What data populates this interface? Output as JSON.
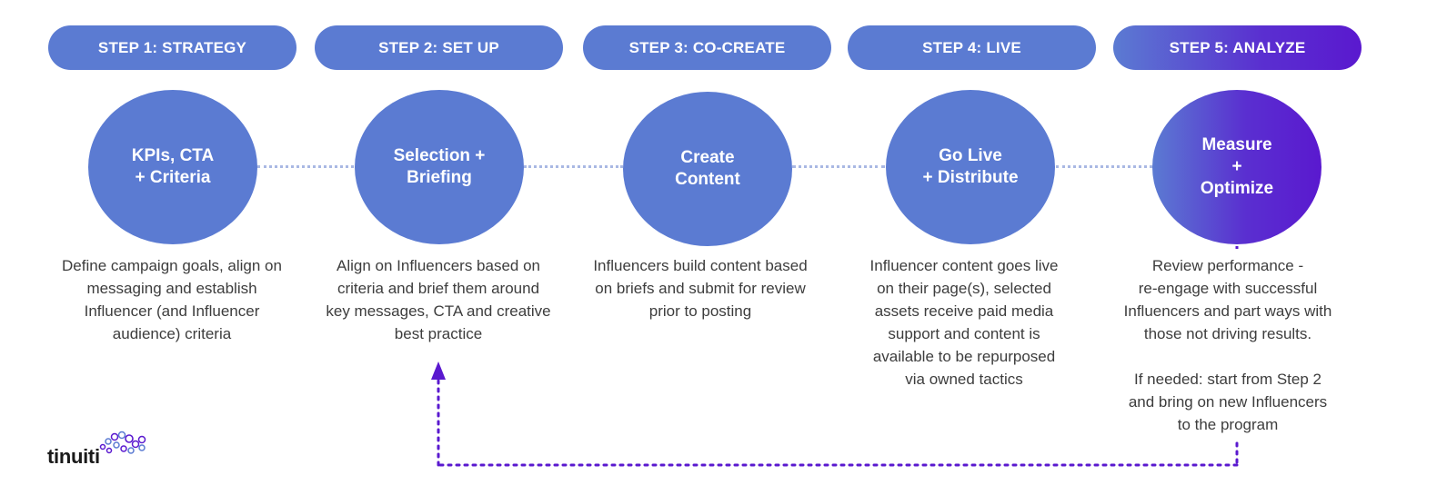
{
  "steps": [
    {
      "header": "STEP 1: STRATEGY",
      "circle": "KPIs, CTA\n+ Criteria",
      "description": "Define campaign goals, align on\nmessaging and establish\nInfluencer (and Influencer\naudience) criteria"
    },
    {
      "header": "STEP 2: SET UP",
      "circle": "Selection +\nBriefing",
      "description": "Align on Influencers based on\ncriteria and brief them around\nkey messages, CTA and creative\nbest practice"
    },
    {
      "header": "STEP 3: CO-CREATE",
      "circle": "Create\nContent",
      "description": "Influencers build content based\non briefs and submit for review\nprior to posting"
    },
    {
      "header": "STEP 4: LIVE",
      "circle": "Go Live\n+ Distribute",
      "description": "Influencer content goes live\non their page(s), selected\nassets receive paid media\nsupport and content is\navailable to be repurposed\nvia owned tactics"
    },
    {
      "header": "STEP 5: ANALYZE",
      "circle": "Measure\n+\nOptimize",
      "description": "Review performance -\nre-engage with successful\nInfluencers and part ways with\nthose not driving results.\n\nIf needed: start from Step 2\nand bring on new Influencers\nto the program"
    }
  ],
  "logo": {
    "text": "tinuiti"
  },
  "colors": {
    "primary": "#5b7bd2",
    "accent": "#5a19cf",
    "connector": "#a9b8e3",
    "loop_arrow": "#5a19cf",
    "text": "#3d3d3d"
  }
}
